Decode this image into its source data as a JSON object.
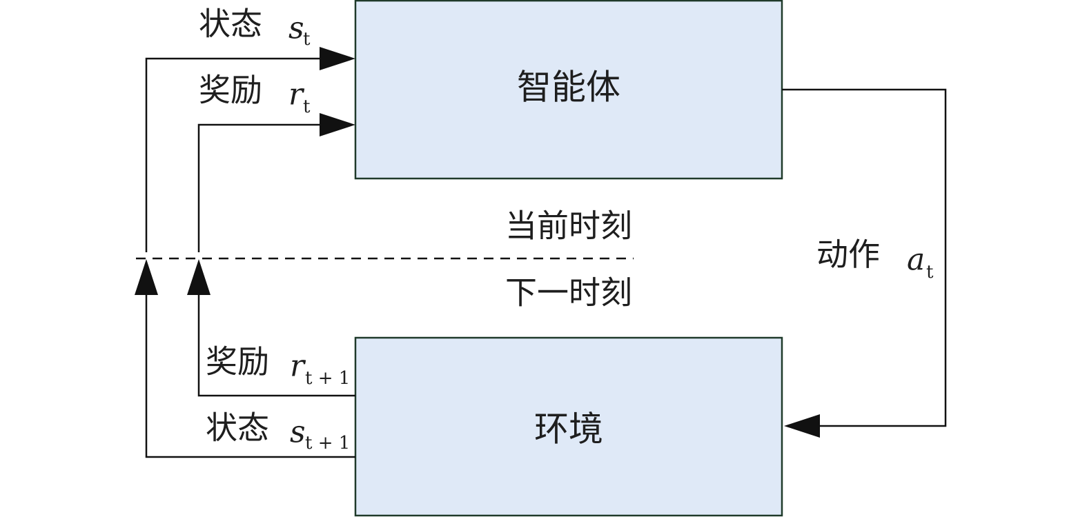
{
  "colors": {
    "box_fill": "#dfe9f7",
    "box_stroke": "#1f3a2a",
    "line": "#111111",
    "text": "#1e1e1e"
  },
  "agent": {
    "label": "智能体"
  },
  "environment": {
    "label": "环境"
  },
  "current_time_label": "当前时刻",
  "next_time_label": "下一时刻",
  "state_current": {
    "word": "状态",
    "symbol": "s",
    "subscript": "t"
  },
  "reward_current": {
    "word": "奖励",
    "symbol": "r",
    "subscript": "t"
  },
  "action": {
    "word": "动作",
    "symbol": "a",
    "subscript": "t"
  },
  "reward_next": {
    "word": "奖励",
    "symbol": "r",
    "subscript": "t + 1"
  },
  "state_next": {
    "word": "状态",
    "symbol": "s",
    "subscript": "t + 1"
  }
}
